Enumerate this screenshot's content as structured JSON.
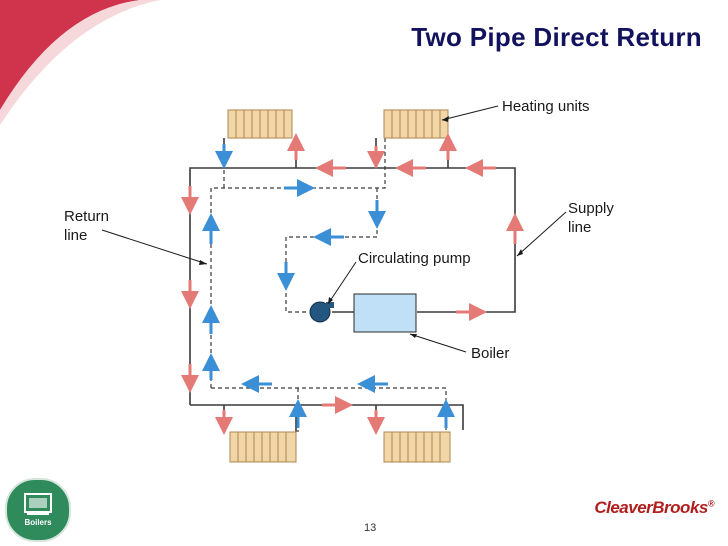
{
  "title": "Two Pipe Direct Return",
  "labels": {
    "heating_units": "Heating units",
    "supply_line": "Supply\nline",
    "return_line": "Return\nline",
    "circulating_pump": "Circulating pump",
    "boiler": "Boiler"
  },
  "footer": {
    "page_number": "13",
    "brand": "CleaverBrooks",
    "brand_mark": "®",
    "logo_label": "Boilers"
  },
  "colors": {
    "supply_arrow": "#e47a76",
    "return_arrow": "#3b8fd6",
    "pipe": "#3a3a3a",
    "boiler_fill": "#bfe0f7",
    "accent_corner": "#c8102e",
    "title": "#12125e"
  }
}
